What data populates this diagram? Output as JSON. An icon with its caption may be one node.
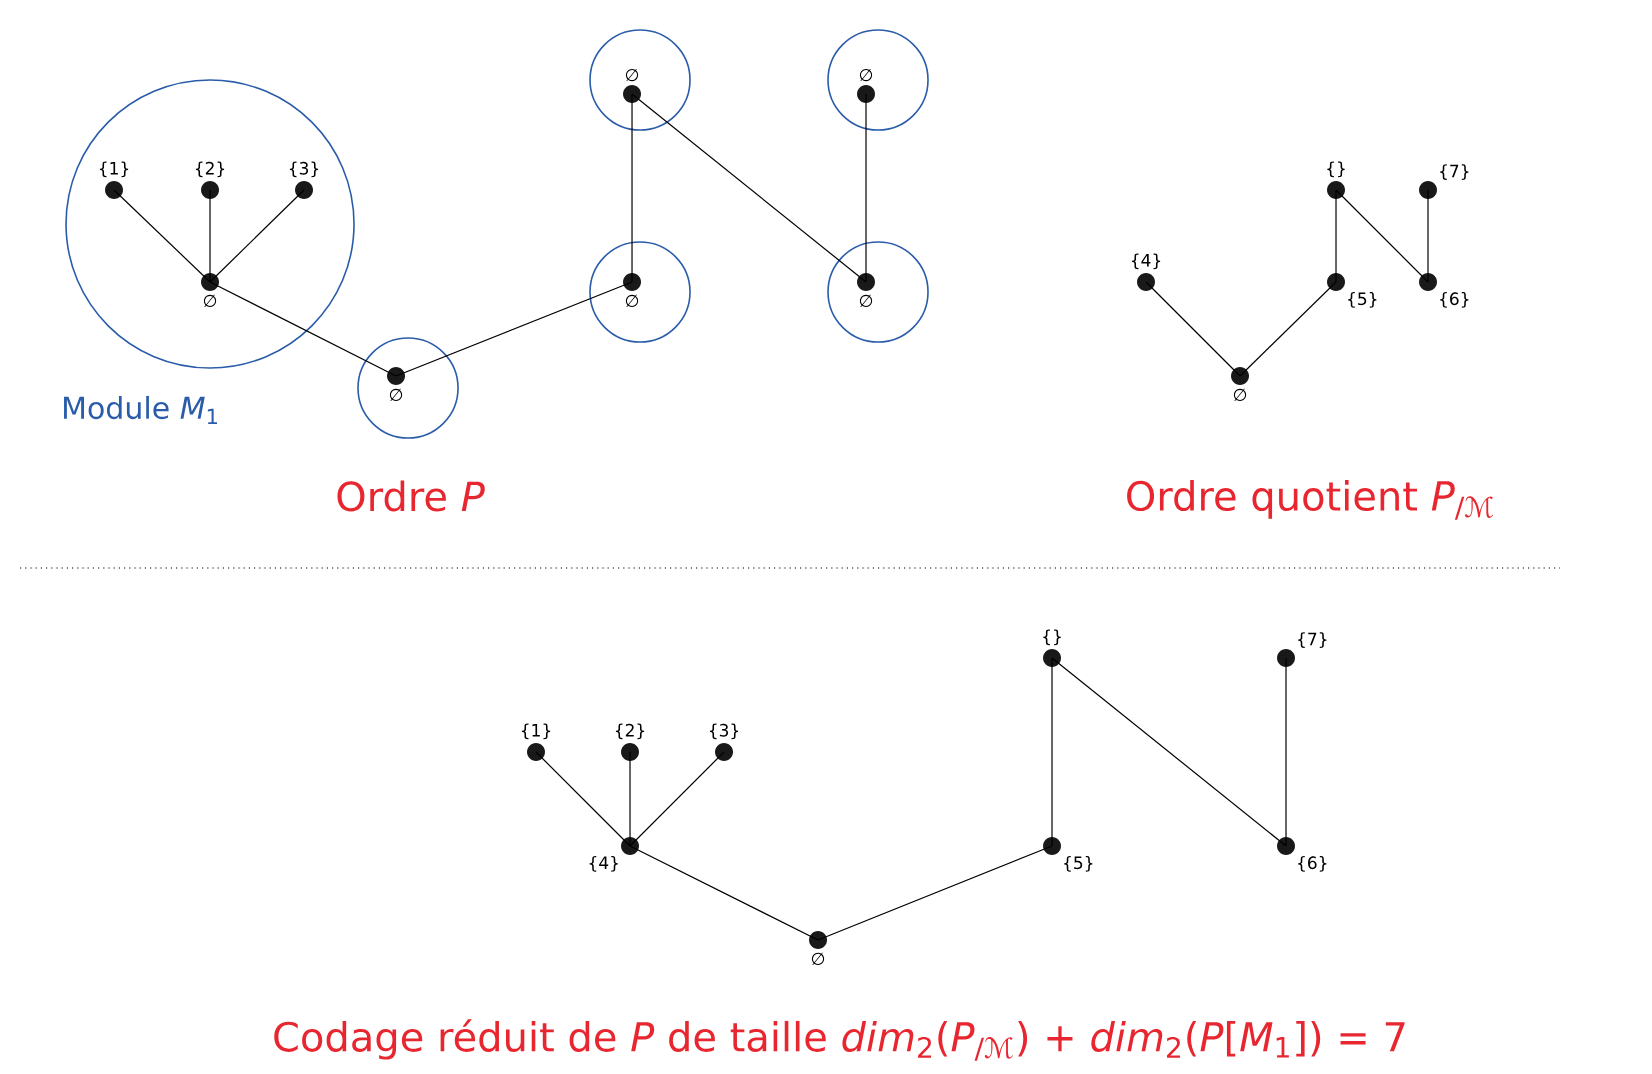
{
  "diagram": {
    "nodes": [
      {
        "text": [],
        "shape": "circle",
        "beside": [
          "Module *M*$_{1}$"
        ]
      },
      {
        "text": [
          "{1}"
        ],
        "in": 0
      },
      {
        "text": [
          "{2}"
        ],
        "in": 0
      },
      {
        "text": [
          "{3}"
        ],
        "in": 0
      },
      {
        "text": [
          "∅"
        ],
        "in": 0
      },
      {
        "text": [],
        "shape": "circle"
      },
      {
        "text": [
          "∅"
        ],
        "in": 5
      },
      {
        "text": [],
        "shape": "circle"
      },
      {
        "text": [
          "∅"
        ],
        "in": 7
      },
      {
        "text": [],
        "shape": "circle"
      },
      {
        "text": [
          "∅"
        ],
        "in": 9
      },
      {
        "text": [],
        "shape": "circle"
      },
      {
        "text": [
          "∅"
        ],
        "in": 11
      },
      {
        "text": [],
        "shape": "circle"
      },
      {
        "text": [
          "∅"
        ],
        "in": 13
      },
      {
        "text": [
          "{4}"
        ]
      },
      {
        "text": [
          "∅"
        ]
      },
      {
        "text": [
          "{}"
        ]
      },
      {
        "text": [
          "{5}"
        ]
      },
      {
        "text": [
          "{7}"
        ]
      },
      {
        "text": [
          "{6}"
        ]
      },
      {
        "text": [
          "{1}"
        ]
      },
      {
        "text": [
          "{2}"
        ]
      },
      {
        "text": [
          "{3}"
        ]
      },
      {
        "text": [
          "{4}"
        ]
      },
      {
        "text": [
          "∅"
        ]
      },
      {
        "text": [
          "{}"
        ]
      },
      {
        "text": [
          "{5}"
        ]
      },
      {
        "text": [
          "{7}"
        ]
      },
      {
        "text": [
          "{6}"
        ]
      }
    ],
    "edges": [
      {
        "from": 1,
        "to": 4,
        "arrow": "none"
      },
      {
        "from": 2,
        "to": 4,
        "arrow": "none"
      },
      {
        "from": 3,
        "to": 4,
        "arrow": "none"
      },
      {
        "from": 4,
        "to": 6,
        "arrow": "none"
      },
      {
        "from": 6,
        "to": 10,
        "arrow": "none"
      },
      {
        "from": 10,
        "to": 8,
        "arrow": "none"
      },
      {
        "from": 8,
        "to": 14,
        "arrow": "none"
      },
      {
        "from": 12,
        "to": 14,
        "arrow": "none"
      },
      {
        "from": 15,
        "to": 16,
        "arrow": "none"
      },
      {
        "from": 16,
        "to": 18,
        "arrow": "none"
      },
      {
        "from": 18,
        "to": 17,
        "arrow": "none"
      },
      {
        "from": 17,
        "to": 20,
        "arrow": "none"
      },
      {
        "from": 19,
        "to": 20,
        "arrow": "none"
      },
      {
        "from": 21,
        "to": 24,
        "arrow": "none"
      },
      {
        "from": 22,
        "to": 24,
        "arrow": "none"
      },
      {
        "from": 23,
        "to": 24,
        "arrow": "none"
      },
      {
        "from": 24,
        "to": 25,
        "arrow": "none"
      },
      {
        "from": 25,
        "to": 27,
        "arrow": "none"
      },
      {
        "from": 27,
        "to": 26,
        "arrow": "none"
      },
      {
        "from": 26,
        "to": 29,
        "arrow": "none"
      },
      {
        "from": 28,
        "to": 29,
        "arrow": "none"
      }
    ],
    "labels": [
      "Ordre *P*",
      "Ordre quotient *P*$_{/ℳ}$",
      "Codage réduit de *P* de taille *dim*$_{2}$(*P*$_{/ℳ}$) + *dim*$_{2}$(*P*[*M*$_{1}$]) = 7"
    ]
  }
}
